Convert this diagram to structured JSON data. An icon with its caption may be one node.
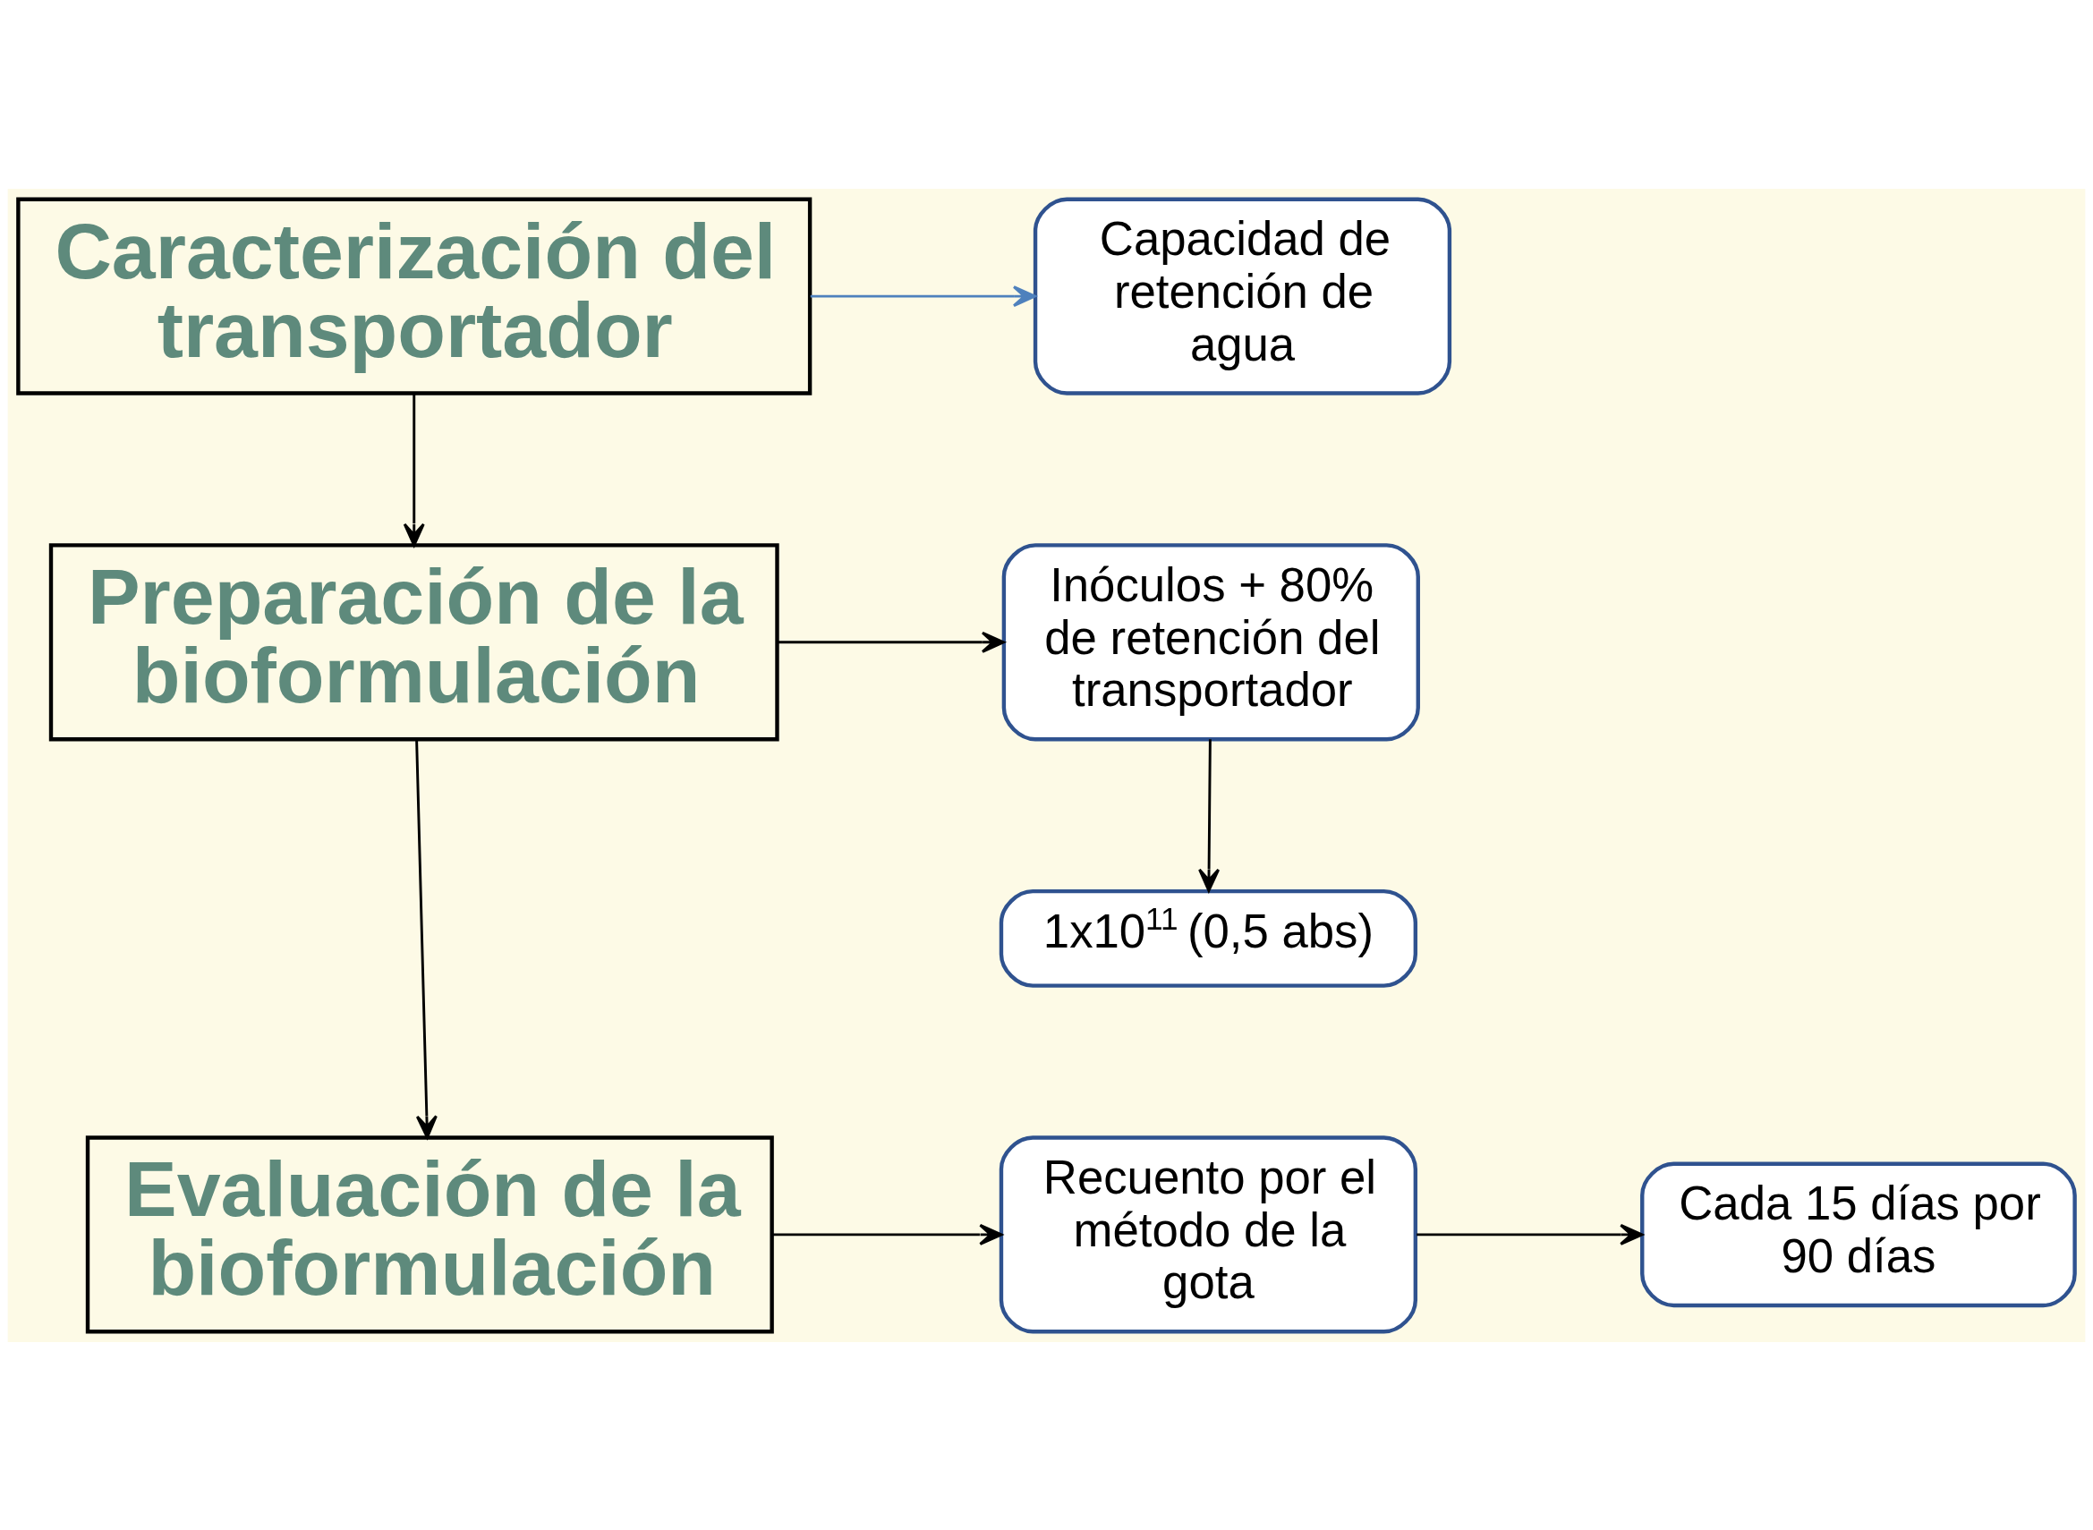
{
  "diagram": {
    "nodes": [
      {
        "text": [
          "Caracterización del transportador"
        ]
      },
      {
        "text": [
          "Capacidad de retención de agua"
        ]
      },
      {
        "text": [
          "Preparación de la bioformulación"
        ]
      },
      {
        "text": [
          "Inóculos + 80% de retención del transportador"
        ]
      },
      {
        "text": [
          "1x10$^{11}$ (0,5 abs)"
        ]
      },
      {
        "text": [
          "Evaluación de la bioformulación"
        ]
      },
      {
        "text": [
          "Recuento por el método de la gota"
        ]
      },
      {
        "text": [
          "Cada 15 días por 90 días"
        ]
      }
    ],
    "edges": [
      {
        "from": 0,
        "to": 1,
        "arrow": "to",
        "color": "#4f81bd"
      },
      {
        "from": 0,
        "to": 2,
        "arrow": "to"
      },
      {
        "from": 2,
        "to": 3,
        "arrow": "to"
      },
      {
        "from": 3,
        "to": 4,
        "arrow": "to"
      },
      {
        "from": 2,
        "to": 5,
        "arrow": "to"
      },
      {
        "from": 5,
        "to": 6,
        "arrow": "to"
      },
      {
        "from": 6,
        "to": 7,
        "arrow": "to"
      }
    ]
  }
}
